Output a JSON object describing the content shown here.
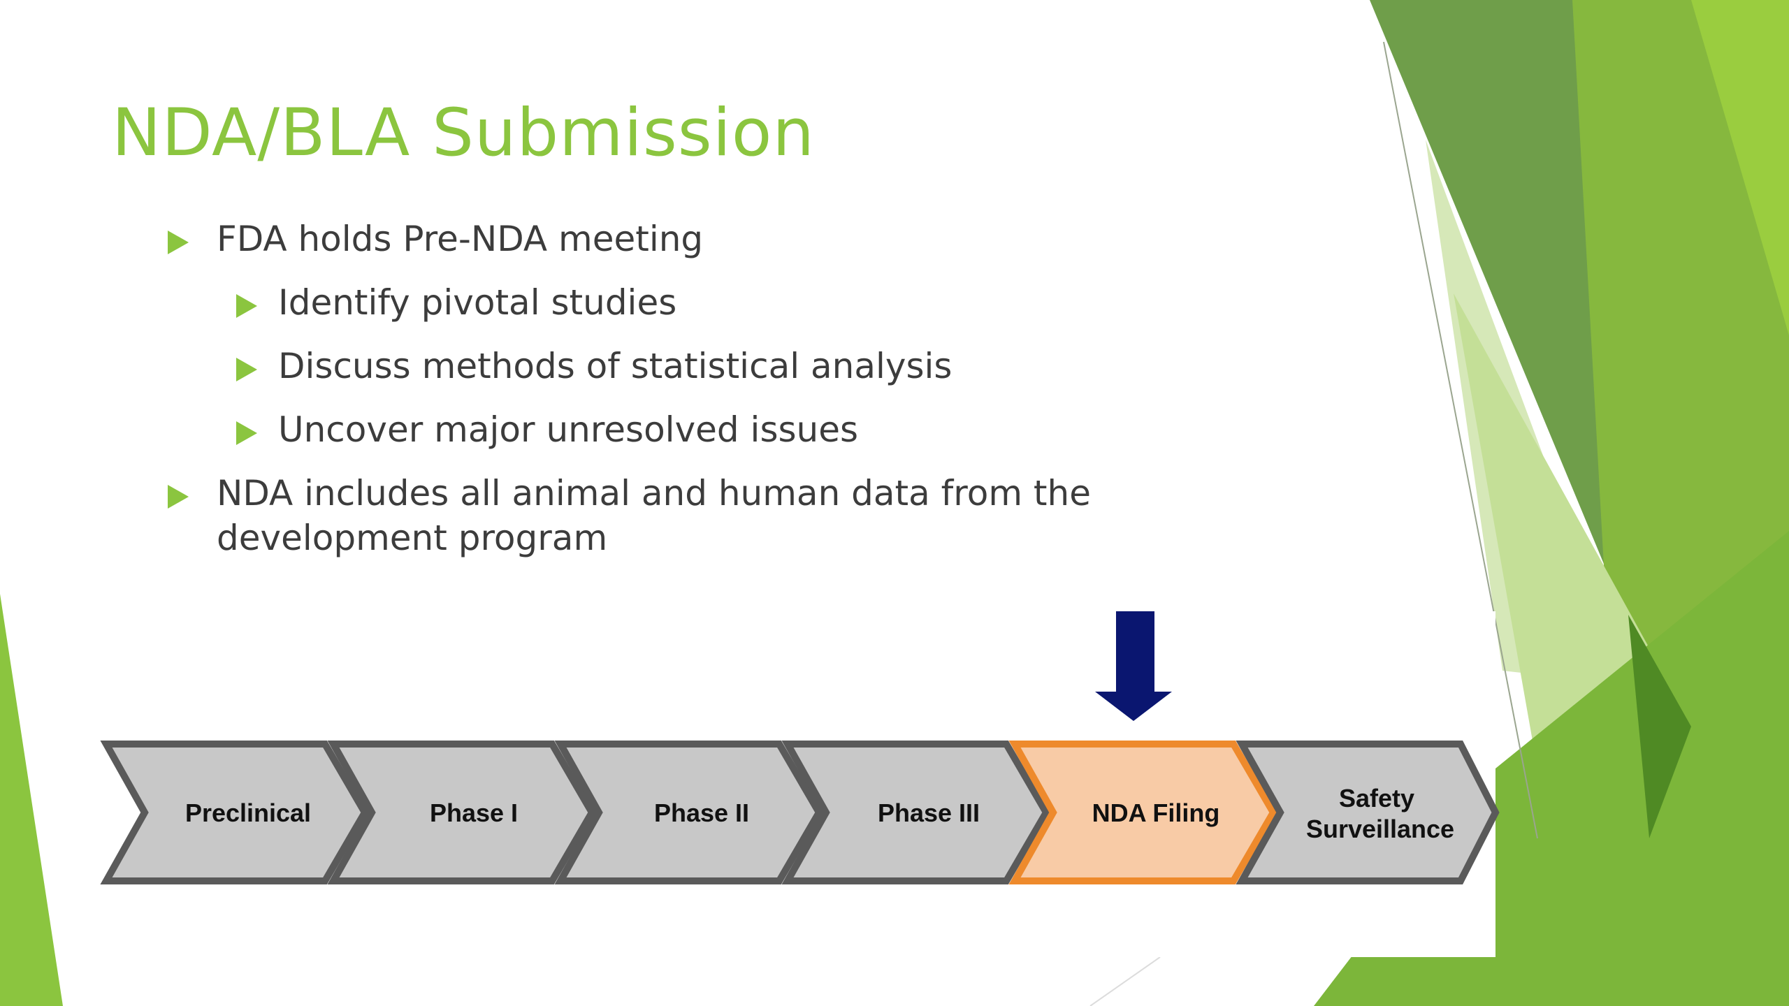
{
  "slide": {
    "title": "NDA/BLA Submission",
    "bullets": [
      {
        "level": 1,
        "text": "FDA holds Pre-NDA meeting"
      },
      {
        "level": 2,
        "text": "Identify pivotal studies"
      },
      {
        "level": 2,
        "text": "Discuss methods of statistical analysis"
      },
      {
        "level": 2,
        "text": "Uncover major unresolved issues"
      },
      {
        "level": 1,
        "text": "NDA includes all animal and human data from the development program"
      }
    ]
  },
  "process": {
    "steps": [
      {
        "label": "Preclinical",
        "highlighted": false
      },
      {
        "label": "Phase I",
        "highlighted": false
      },
      {
        "label": "Phase II",
        "highlighted": false
      },
      {
        "label": "Phase III",
        "highlighted": false
      },
      {
        "label": "NDA Filing",
        "highlighted": true
      },
      {
        "label_line1": "Safety",
        "label_line2": "Surveillance",
        "highlighted": false
      }
    ],
    "current_marker": "down-arrow-icon"
  },
  "colors": {
    "title": "#8bc53f",
    "bullet_marker": "#8bc53f",
    "body_text": "#3c3c3c",
    "step_fill": "#c8c8c8",
    "step_border": "#5a5a5a",
    "highlight_fill": "#f8cba6",
    "highlight_border": "#ee8a2c",
    "arrow": "#0a1670"
  }
}
